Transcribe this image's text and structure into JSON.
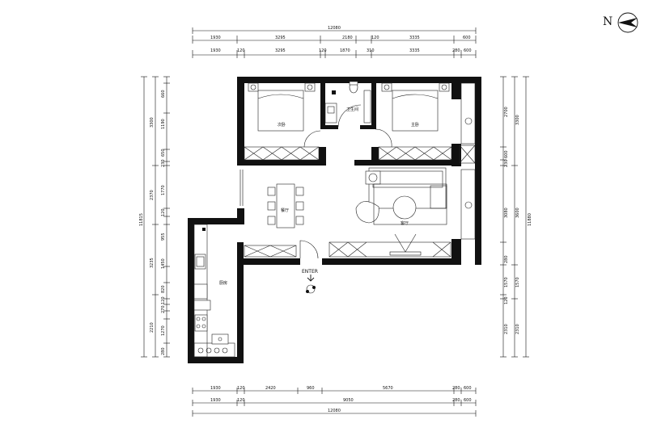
{
  "north": {
    "label": "N"
  },
  "entry": {
    "label": "ENTER"
  },
  "dims": {
    "top_total": "12080",
    "top_row1": [
      "1930",
      "3295",
      "2180",
      "120",
      "3335",
      "600"
    ],
    "top_row2": [
      "1930",
      "120",
      "3295",
      "120",
      "1870",
      "310",
      "3335",
      "280",
      "600"
    ],
    "bottom_row1": [
      "1930",
      "120",
      "2420",
      "960",
      "5670",
      "280",
      "600"
    ],
    "bottom_row2": [
      "1930",
      "120",
      "9050",
      "280",
      "600"
    ],
    "bottom_total": "12080",
    "left_total": "11815",
    "left_outer": [
      "3300",
      "2370",
      "3235",
      "2210"
    ],
    "left_inner": [
      "660",
      "1190",
      "650",
      "230",
      "1770",
      "120",
      "955",
      "1450",
      "820",
      "120",
      "270",
      "1270",
      "280"
    ],
    "right_total": "11880",
    "right_outer": [
      "3300",
      "3600",
      "1570",
      "2310"
    ],
    "right_inner": [
      "2700",
      "600",
      "230",
      "3080",
      "280",
      "1570",
      "120",
      "2310"
    ]
  },
  "rooms": {
    "bedroom_left": "次卧",
    "bedroom_right": "主卧",
    "bathroom": "卫生间",
    "dining": "餐厅",
    "living": "客厅",
    "kitchen": "厨房"
  }
}
